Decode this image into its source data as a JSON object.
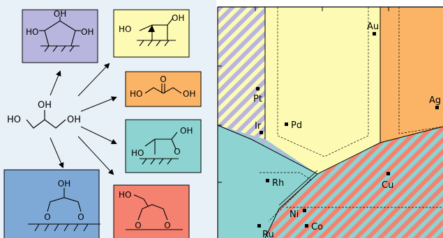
{
  "colors": {
    "left_bg": "#e9f1f8",
    "purple": "#b8b5de",
    "yellow": "#fdfbb3",
    "orange": "#fbb365",
    "teal": "#8dd3d1",
    "blue": "#7ea9d6",
    "salmon": "#f58270"
  },
  "molecules": {
    "glycerol": {
      "oh_top": "OH",
      "ho_left": "HO",
      "oh_right": "OH"
    },
    "cyclic_triol": {
      "oh_top": "OH",
      "ho_left": "HO",
      "oh_right": "OH"
    },
    "cyclobutane_diol": {
      "ho": "HO",
      "oh": "OH"
    },
    "dihydroxyacetone": {
      "o": "O",
      "ho": "HO",
      "oh": "OH"
    },
    "oxetane": {
      "oh": "OH",
      "ho": "HO",
      "o": "O"
    },
    "dioxane_oh": {
      "oh": "OH",
      "o1": "O",
      "o2": "O"
    },
    "dioxane_ch2oh": {
      "ho": "HO",
      "o1": "O",
      "o2": "O"
    }
  },
  "metals": {
    "au": "Au",
    "ag": "Ag",
    "pt": "Pt",
    "ir": "Ir",
    "pd": "Pd",
    "rh": "Rh",
    "cu": "Cu",
    "ni": "Ni",
    "co": "Co",
    "ru": "Ru"
  }
}
